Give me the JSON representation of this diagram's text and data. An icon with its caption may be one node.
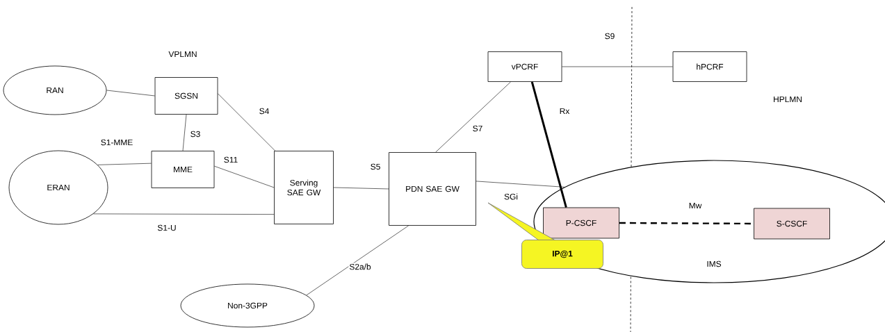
{
  "diagram": {
    "nodes": [
      {
        "text": [
          "RAN"
        ]
      },
      {
        "text": [
          "SGSN"
        ]
      },
      {
        "text": [
          "ERAN"
        ]
      },
      {
        "text": [
          "MME"
        ]
      },
      {
        "text": [
          "Serving SAE GW"
        ]
      },
      {
        "text": [
          "PDN SAE GW"
        ]
      },
      {
        "text": [
          "Non-3GPP"
        ]
      },
      {
        "text": [
          "vPCRF"
        ]
      },
      {
        "text": [
          "hPCRF"
        ]
      },
      {
        "text": [
          "IMS"
        ]
      },
      {
        "text": [
          "P-CSCF"
        ],
        "in": 9
      },
      {
        "text": [
          "S-CSCF"
        ],
        "in": 9
      },
      {
        "text": [
          "IP@1"
        ]
      }
    ],
    "edges": [
      {
        "from": 0,
        "to": 1,
        "arrow": "none"
      },
      {
        "from": 1,
        "to": 3,
        "arrow": "none",
        "label": "S3"
      },
      {
        "from": 1,
        "to": 4,
        "arrow": "none",
        "label": "S4"
      },
      {
        "from": 2,
        "to": 3,
        "arrow": "none",
        "label": "S1-MME"
      },
      {
        "from": 3,
        "to": 4,
        "arrow": "none",
        "label": "S11"
      },
      {
        "from": 2,
        "to": 4,
        "arrow": "none",
        "label": "S1-U"
      },
      {
        "from": 4,
        "to": 5,
        "arrow": "none",
        "label": "S5"
      },
      {
        "from": 5,
        "to": 7,
        "arrow": "none",
        "label": "S7"
      },
      {
        "from": 7,
        "to": 8,
        "arrow": "none",
        "label": "S9"
      },
      {
        "from": 7,
        "to": 10,
        "arrow": "none",
        "label": "Rx",
        "style": "thick"
      },
      {
        "from": 5,
        "to": 9,
        "arrow": "none",
        "label": "SGi"
      },
      {
        "from": 10,
        "to": 11,
        "arrow": "none",
        "label": "Mw",
        "style": "dashed"
      },
      {
        "from": 5,
        "to": 6,
        "arrow": "none",
        "label": "S2a/b"
      }
    ],
    "labels": [
      "VPLMN",
      "HPLMN"
    ]
  }
}
